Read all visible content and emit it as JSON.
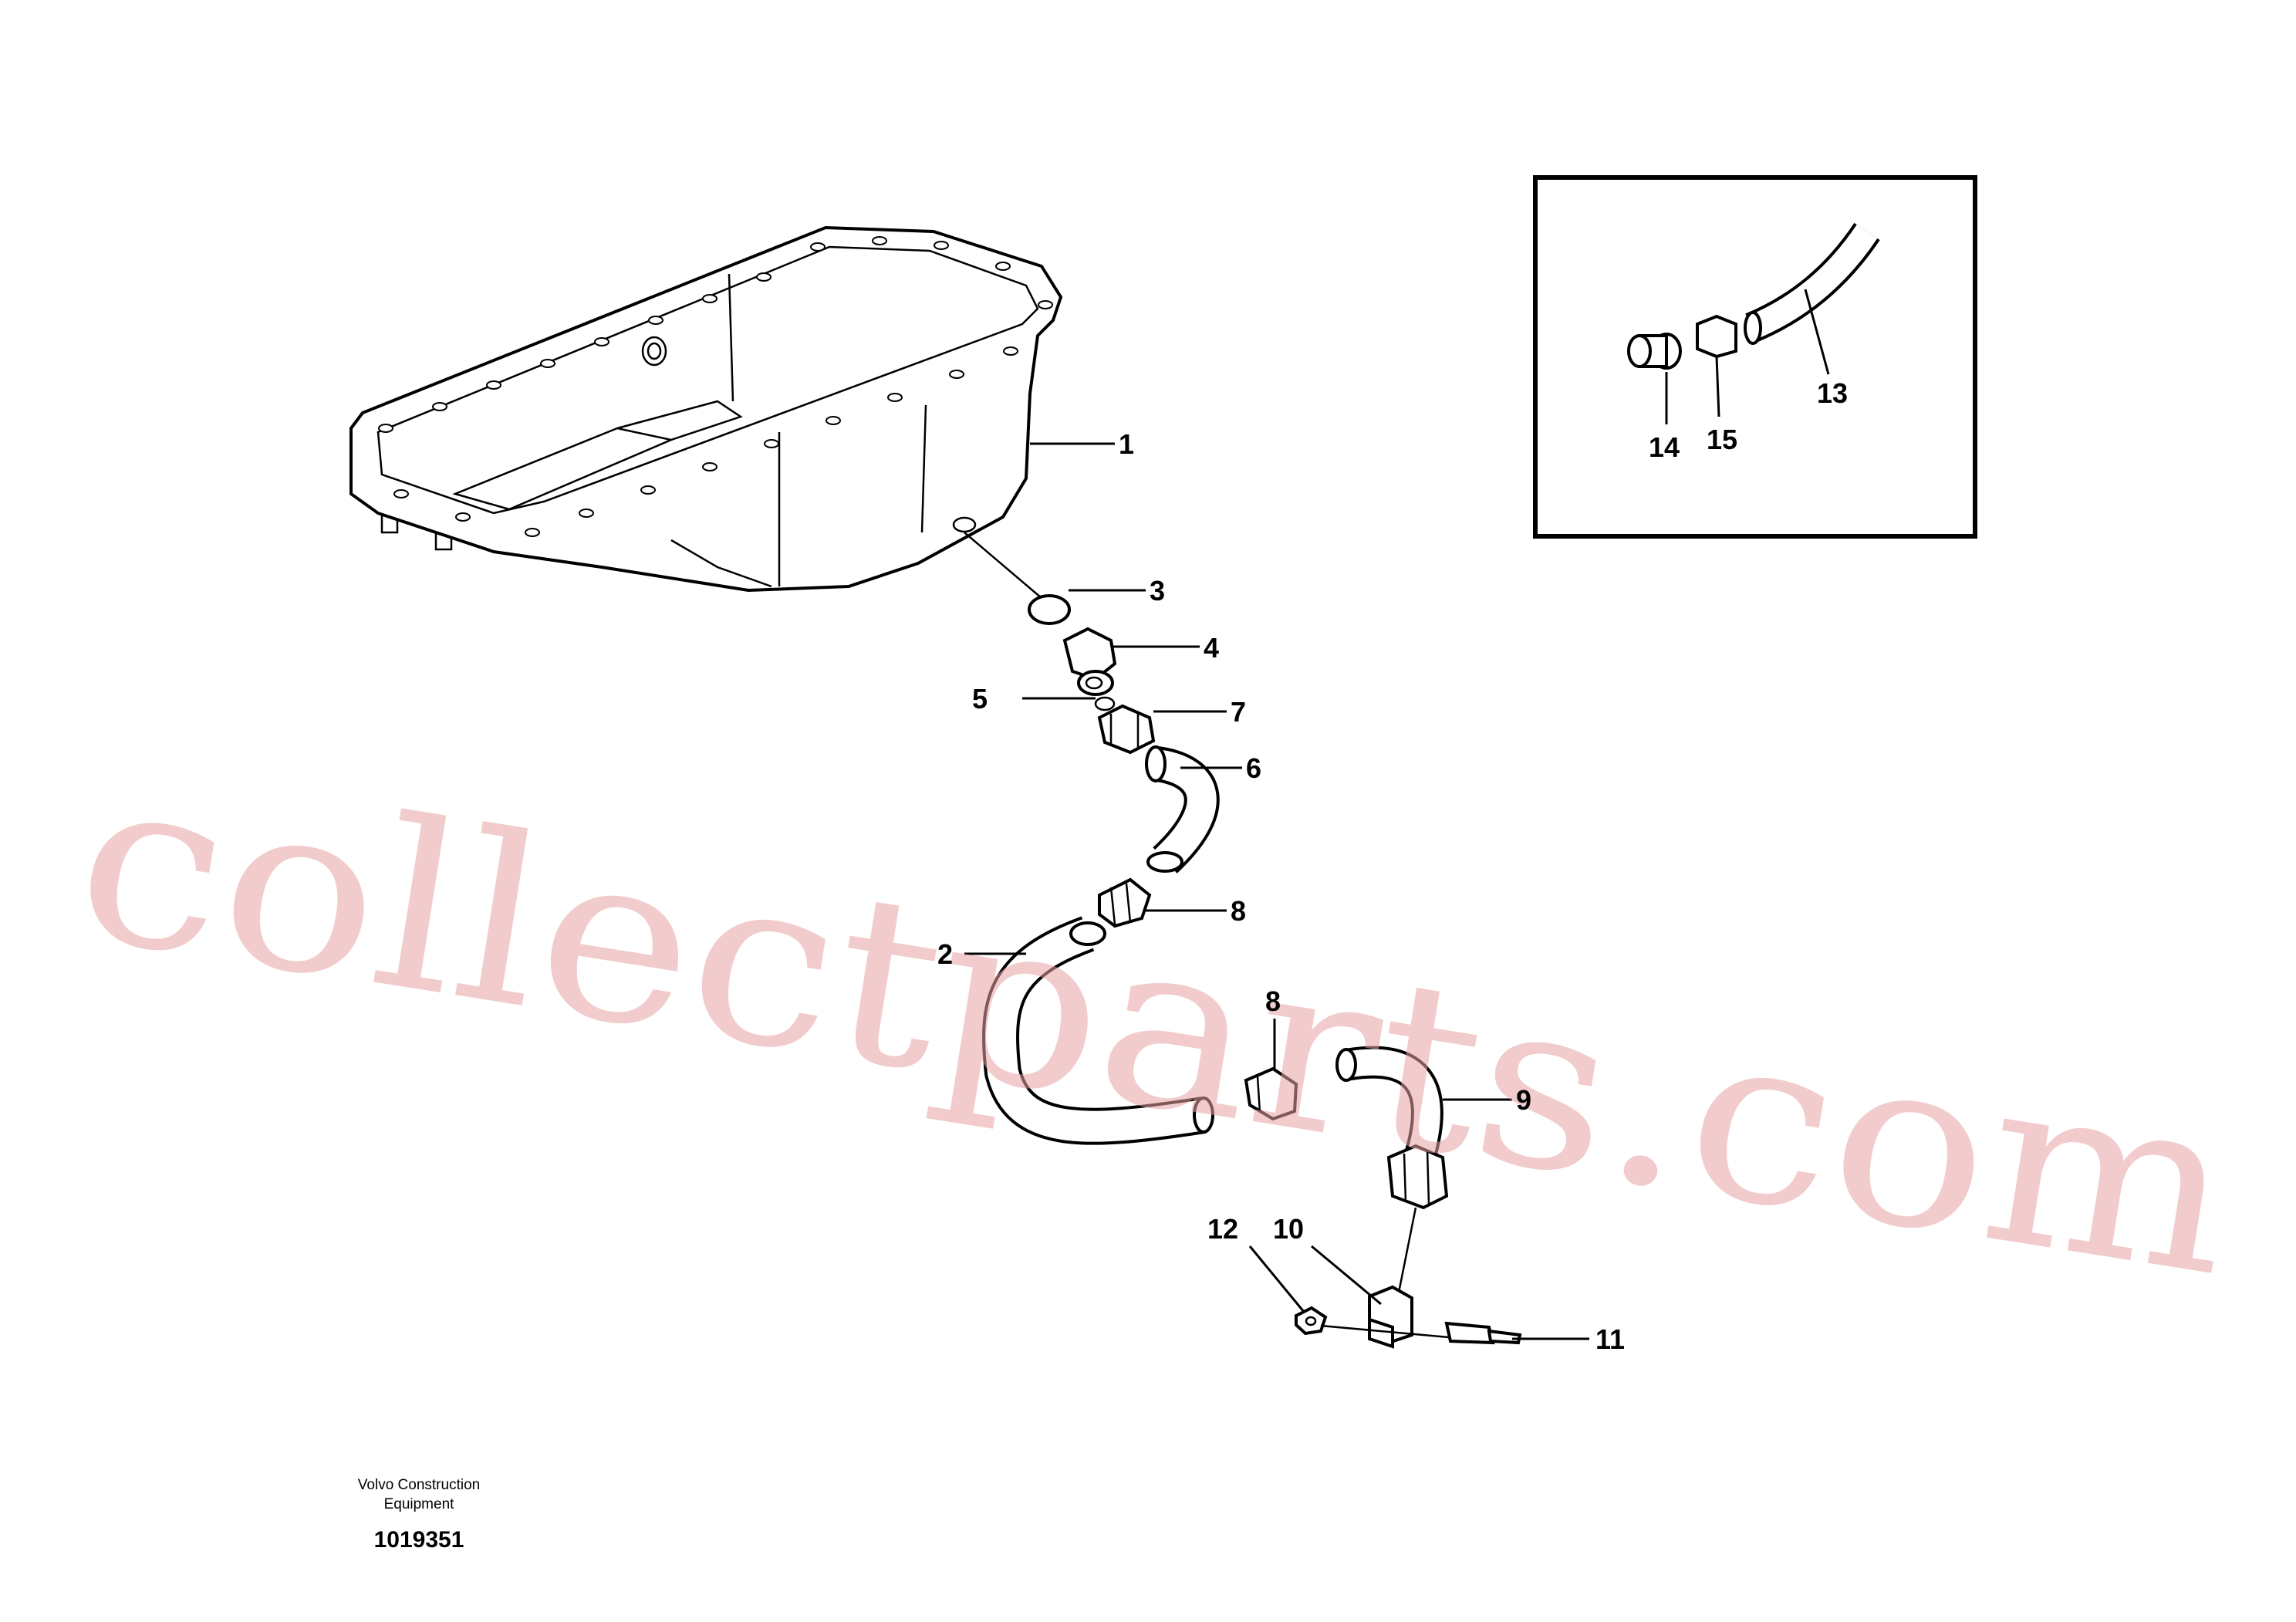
{
  "callouts": {
    "c1": "1",
    "c2": "2",
    "c3": "3",
    "c4": "4",
    "c5": "5",
    "c6": "6",
    "c7": "7",
    "c8a": "8",
    "c8b": "8",
    "c9": "9",
    "c10": "10",
    "c11": "11",
    "c12": "12",
    "c13": "13",
    "c14": "14",
    "c15": "15"
  },
  "footer": {
    "company_line1": "Volvo Construction",
    "company_line2": "Equipment",
    "drawing_number": "1019351"
  },
  "watermark": "collectparts.com"
}
